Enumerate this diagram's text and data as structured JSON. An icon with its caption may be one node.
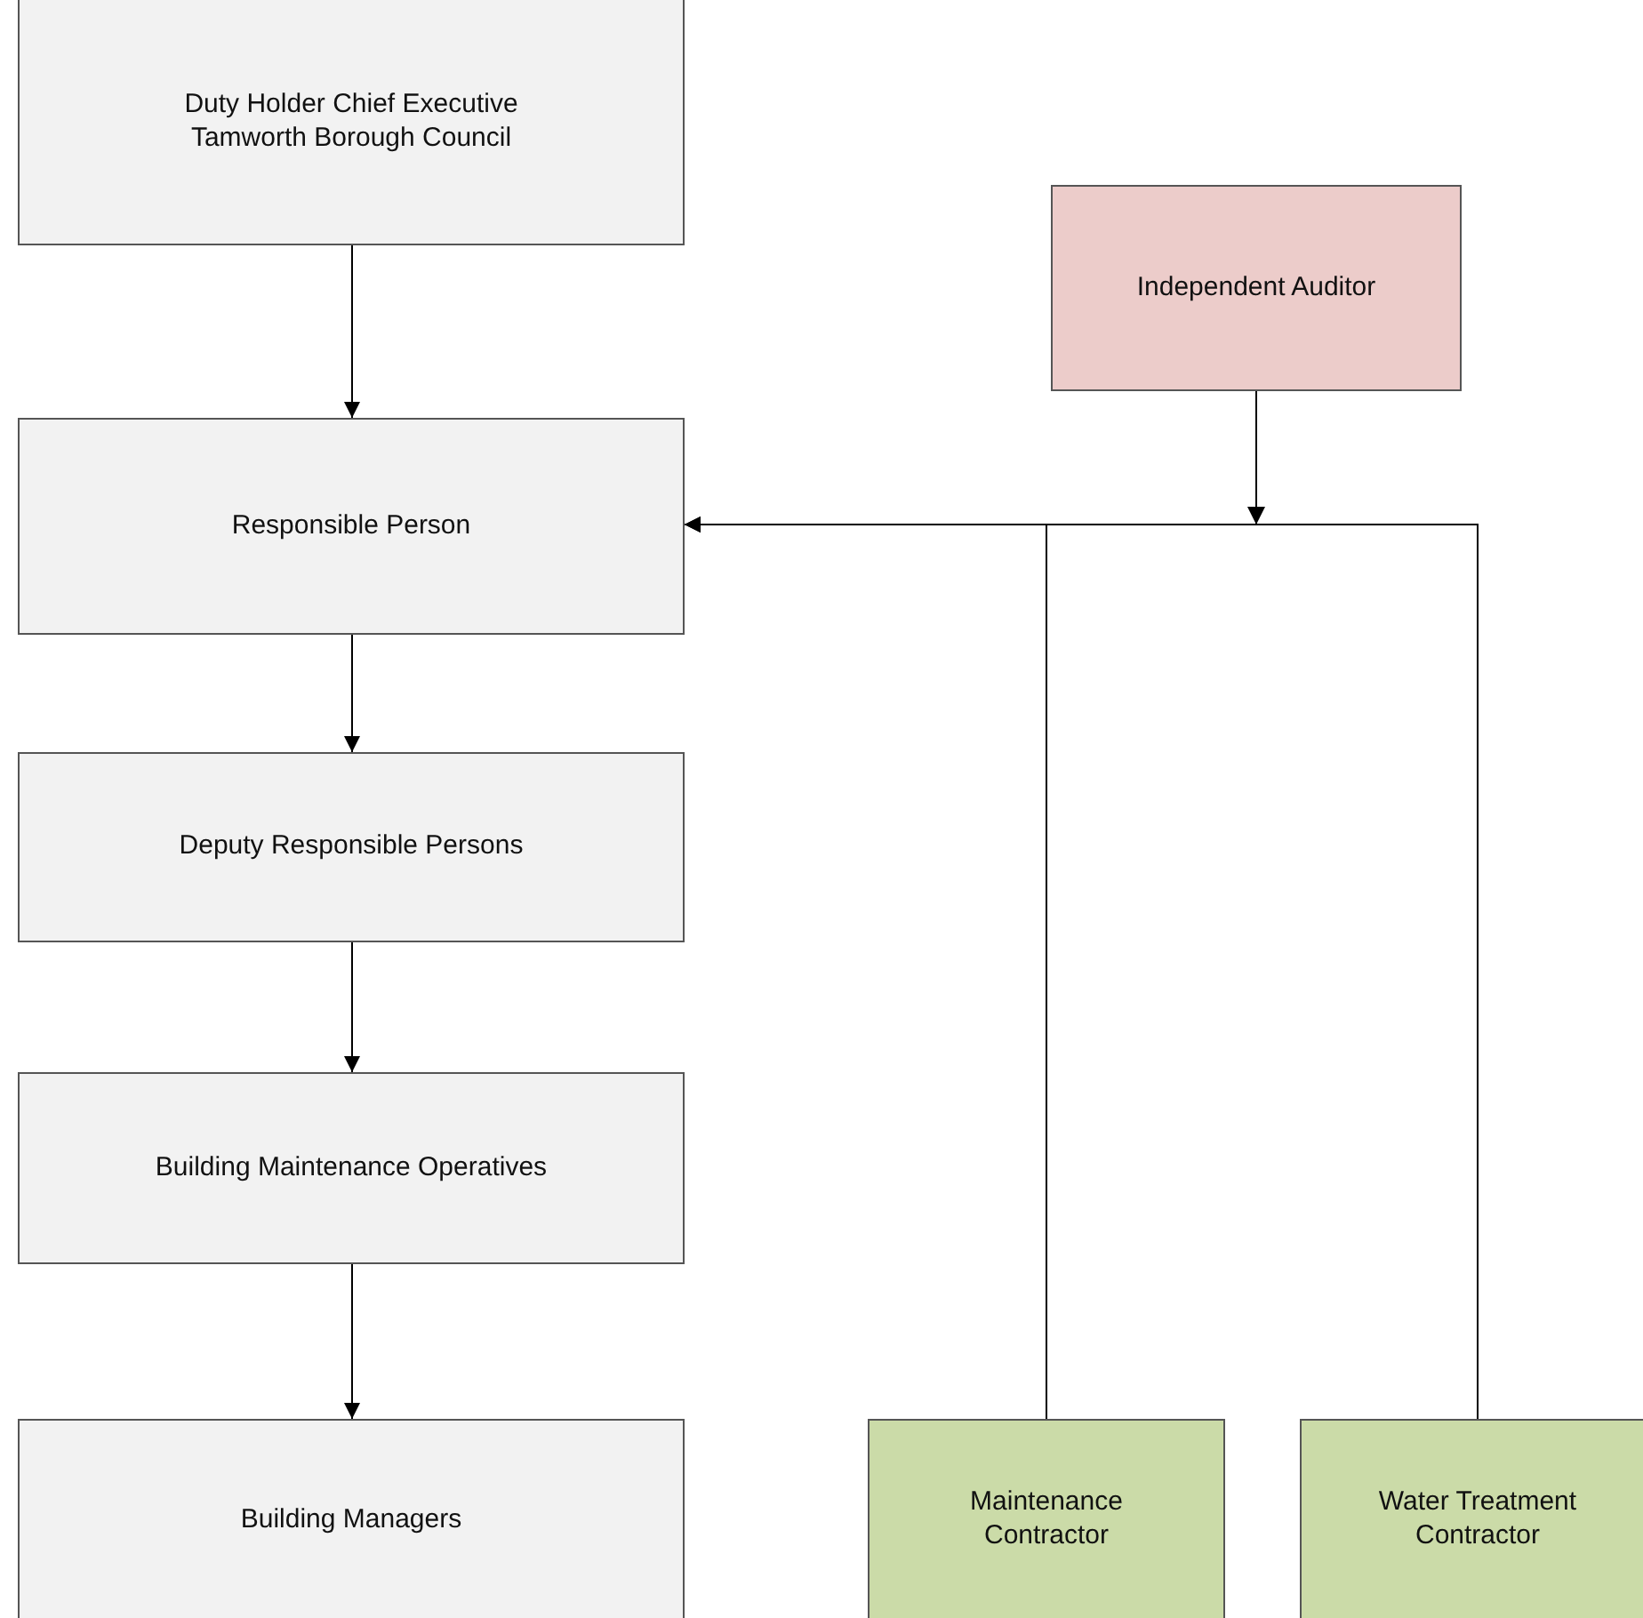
{
  "diagram": {
    "nodes": [
      {
        "text": [
          "Duty Holder Chief Executive Tamworth Borough Council"
        ]
      },
      {
        "text": [
          "Responsible Person"
        ]
      },
      {
        "text": [
          "Deputy Responsible Persons"
        ]
      },
      {
        "text": [
          "Building Maintenance Operatives"
        ]
      },
      {
        "text": [
          "Building Managers"
        ]
      },
      {
        "text": [
          "Independent Auditor"
        ]
      },
      {
        "text": [
          "Maintenance Contractor"
        ]
      },
      {
        "text": [
          "Water Treatment Contractor"
        ]
      }
    ],
    "edges": [
      {
        "from": 0,
        "to": 1,
        "arrow": "to"
      },
      {
        "from": 1,
        "to": 2,
        "arrow": "to"
      },
      {
        "from": 2,
        "to": 3,
        "arrow": "to"
      },
      {
        "from": 3,
        "to": 4,
        "arrow": "to"
      },
      {
        "from": 5,
        "to": 1,
        "arrow": "to"
      },
      {
        "from": 6,
        "to": 1,
        "arrow": "to"
      },
      {
        "from": 7,
        "to": 1,
        "arrow": "to"
      }
    ]
  }
}
